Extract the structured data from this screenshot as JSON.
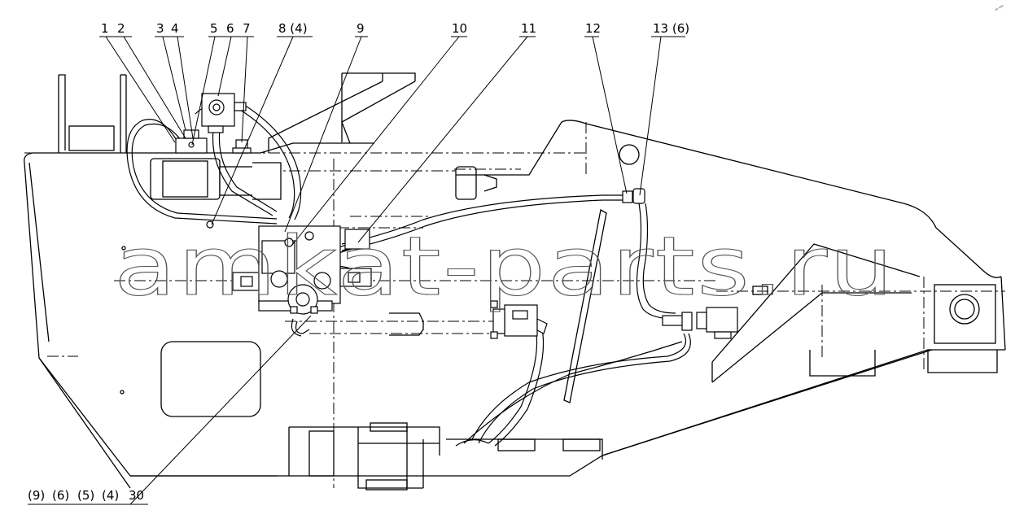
{
  "callouts": {
    "top": [
      "1",
      "2",
      "3",
      "4",
      "5",
      "6",
      "7",
      "8 (4)",
      "9",
      "10",
      "11",
      "12",
      "13 (6)"
    ],
    "bottom": [
      "(9)",
      "(6)",
      "(5)",
      "(4)",
      "30"
    ]
  },
  "watermark": "amkat-parts.ru",
  "corner_mark": "ᵃ⁰ ⁰⁰⁰"
}
